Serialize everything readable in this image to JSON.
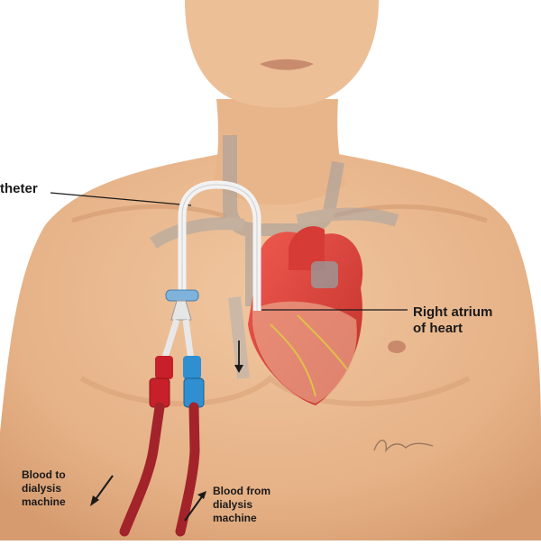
{
  "labels": {
    "catheter": "theter",
    "right_atrium": [
      "Right atrium",
      "of heart"
    ],
    "blood_to_machine": [
      "Blood to",
      "dialysis",
      "machine"
    ],
    "blood_from_machine": [
      "Blood from",
      "dialysis",
      "machine"
    ]
  },
  "signature": "A. Greene",
  "colors": {
    "skin": "#e9b990",
    "skin_shadow": "#d59c72",
    "heart_red": "#e0413b",
    "heart_dark": "#b82f2c",
    "vein_gray": "#9e9e9e",
    "arterial_line": "#c8202a",
    "venous_line": "#2f8fd0",
    "tube_blood": "#a3232b"
  }
}
